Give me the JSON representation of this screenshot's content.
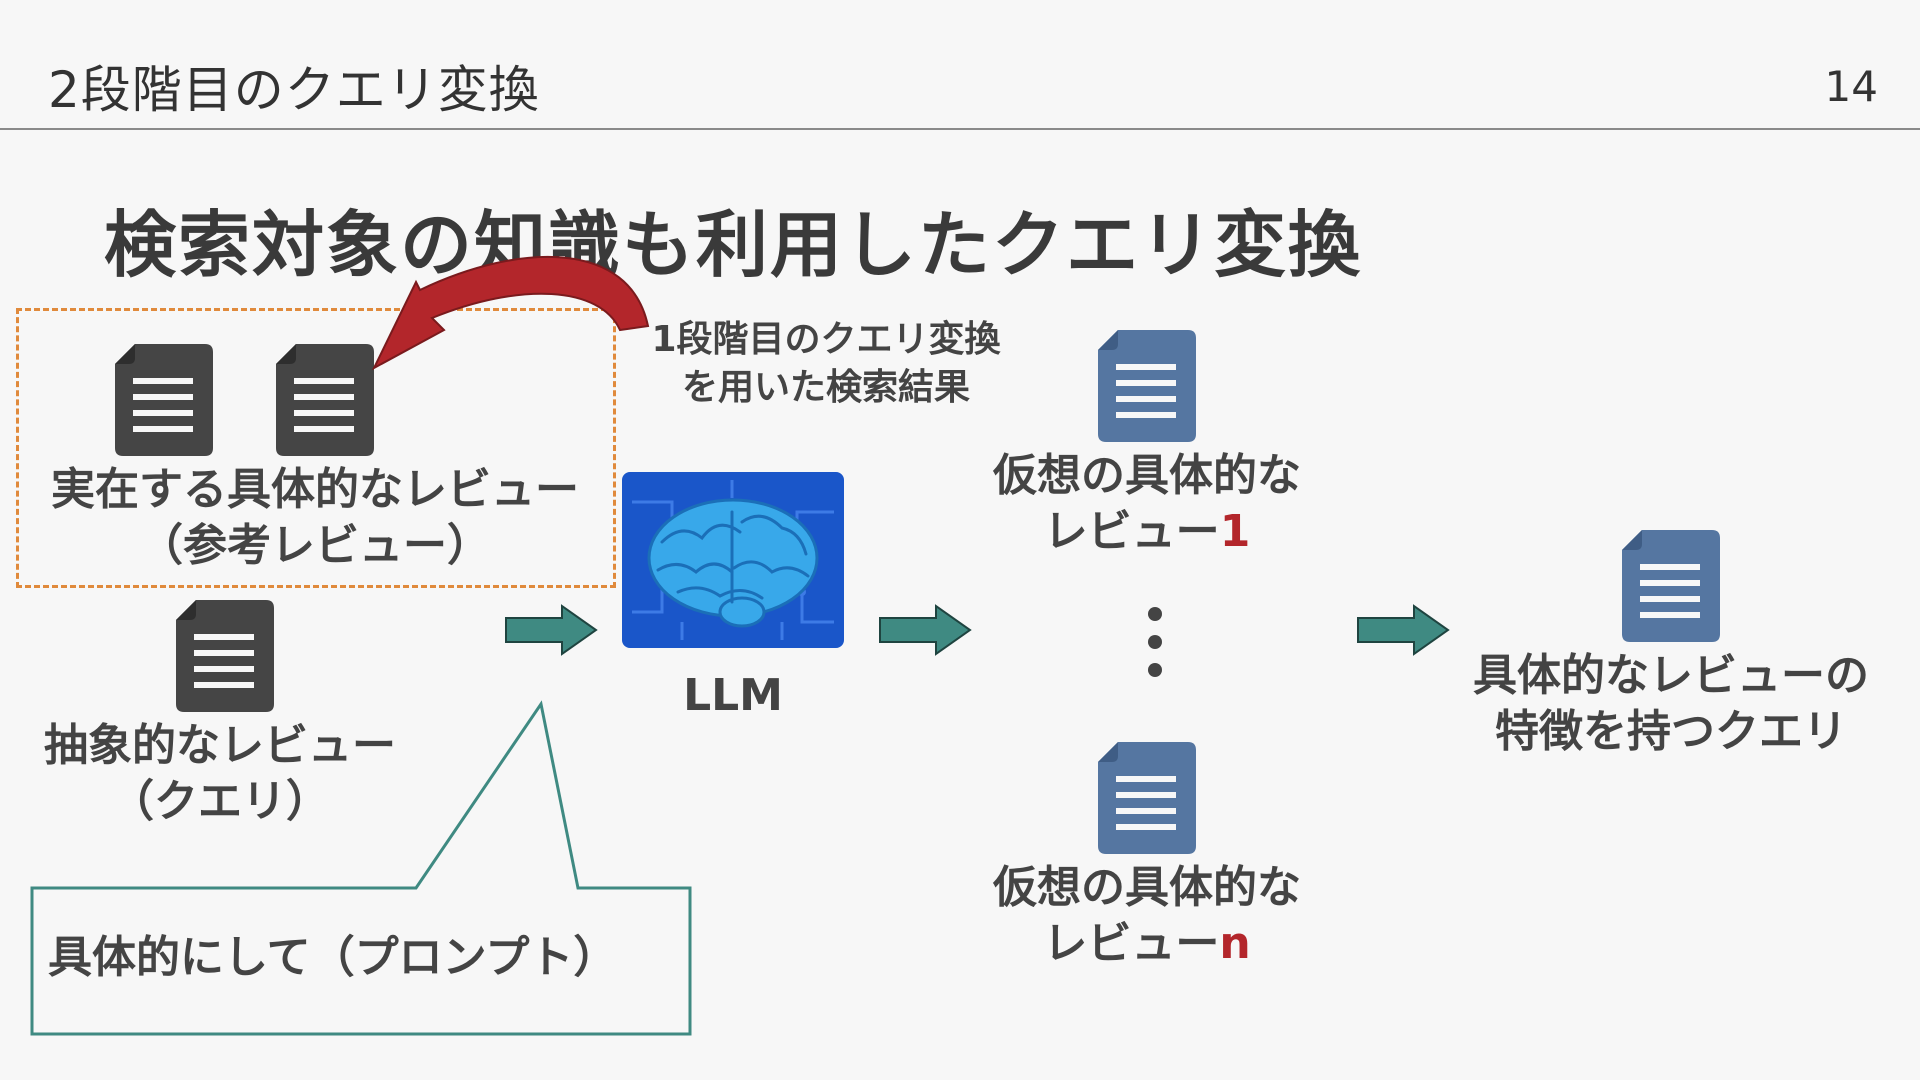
{
  "header": {
    "title": "2段階目のクエリ変換",
    "page_number": "14"
  },
  "heading": "検索対象の知識も利用したクエリ変換",
  "reference": {
    "label_line1": "実在する具体的なレビュー",
    "label_line2": "（参考レビュー）"
  },
  "first_stage_note": {
    "line1": "1段階目のクエリ変換",
    "line2": "を用いた検索結果"
  },
  "query": {
    "label_line1": "抽象的なレビュー",
    "label_line2": "（クエリ）"
  },
  "prompt": {
    "text": "具体的にして（プロンプト）"
  },
  "llm": {
    "label": "LLM"
  },
  "hypothetical": {
    "first": {
      "line1": "仮想の具体的な",
      "line2_prefix": "レビュー",
      "line2_suffix": "1"
    },
    "last": {
      "line1": "仮想の具体的な",
      "line2_prefix": "レビュー",
      "line2_suffix": "n"
    }
  },
  "result": {
    "line1": "具体的なレビューの",
    "line2": "特徴を持つクエリ"
  },
  "colors": {
    "dark_doc": "#454545",
    "blue_doc": "#5576a1",
    "arrow_fill": "#3f8a82",
    "arrow_stroke": "#1f4440",
    "accent_red": "#b3262b",
    "dashed_border": "#e08a3c",
    "callout_border": "#3f8a82",
    "curve_arrow": "#b3262b"
  },
  "icons": [
    "document-icon",
    "brain-icon",
    "right-arrow-icon",
    "curved-arrow-icon",
    "vertical-ellipsis-icon"
  ]
}
